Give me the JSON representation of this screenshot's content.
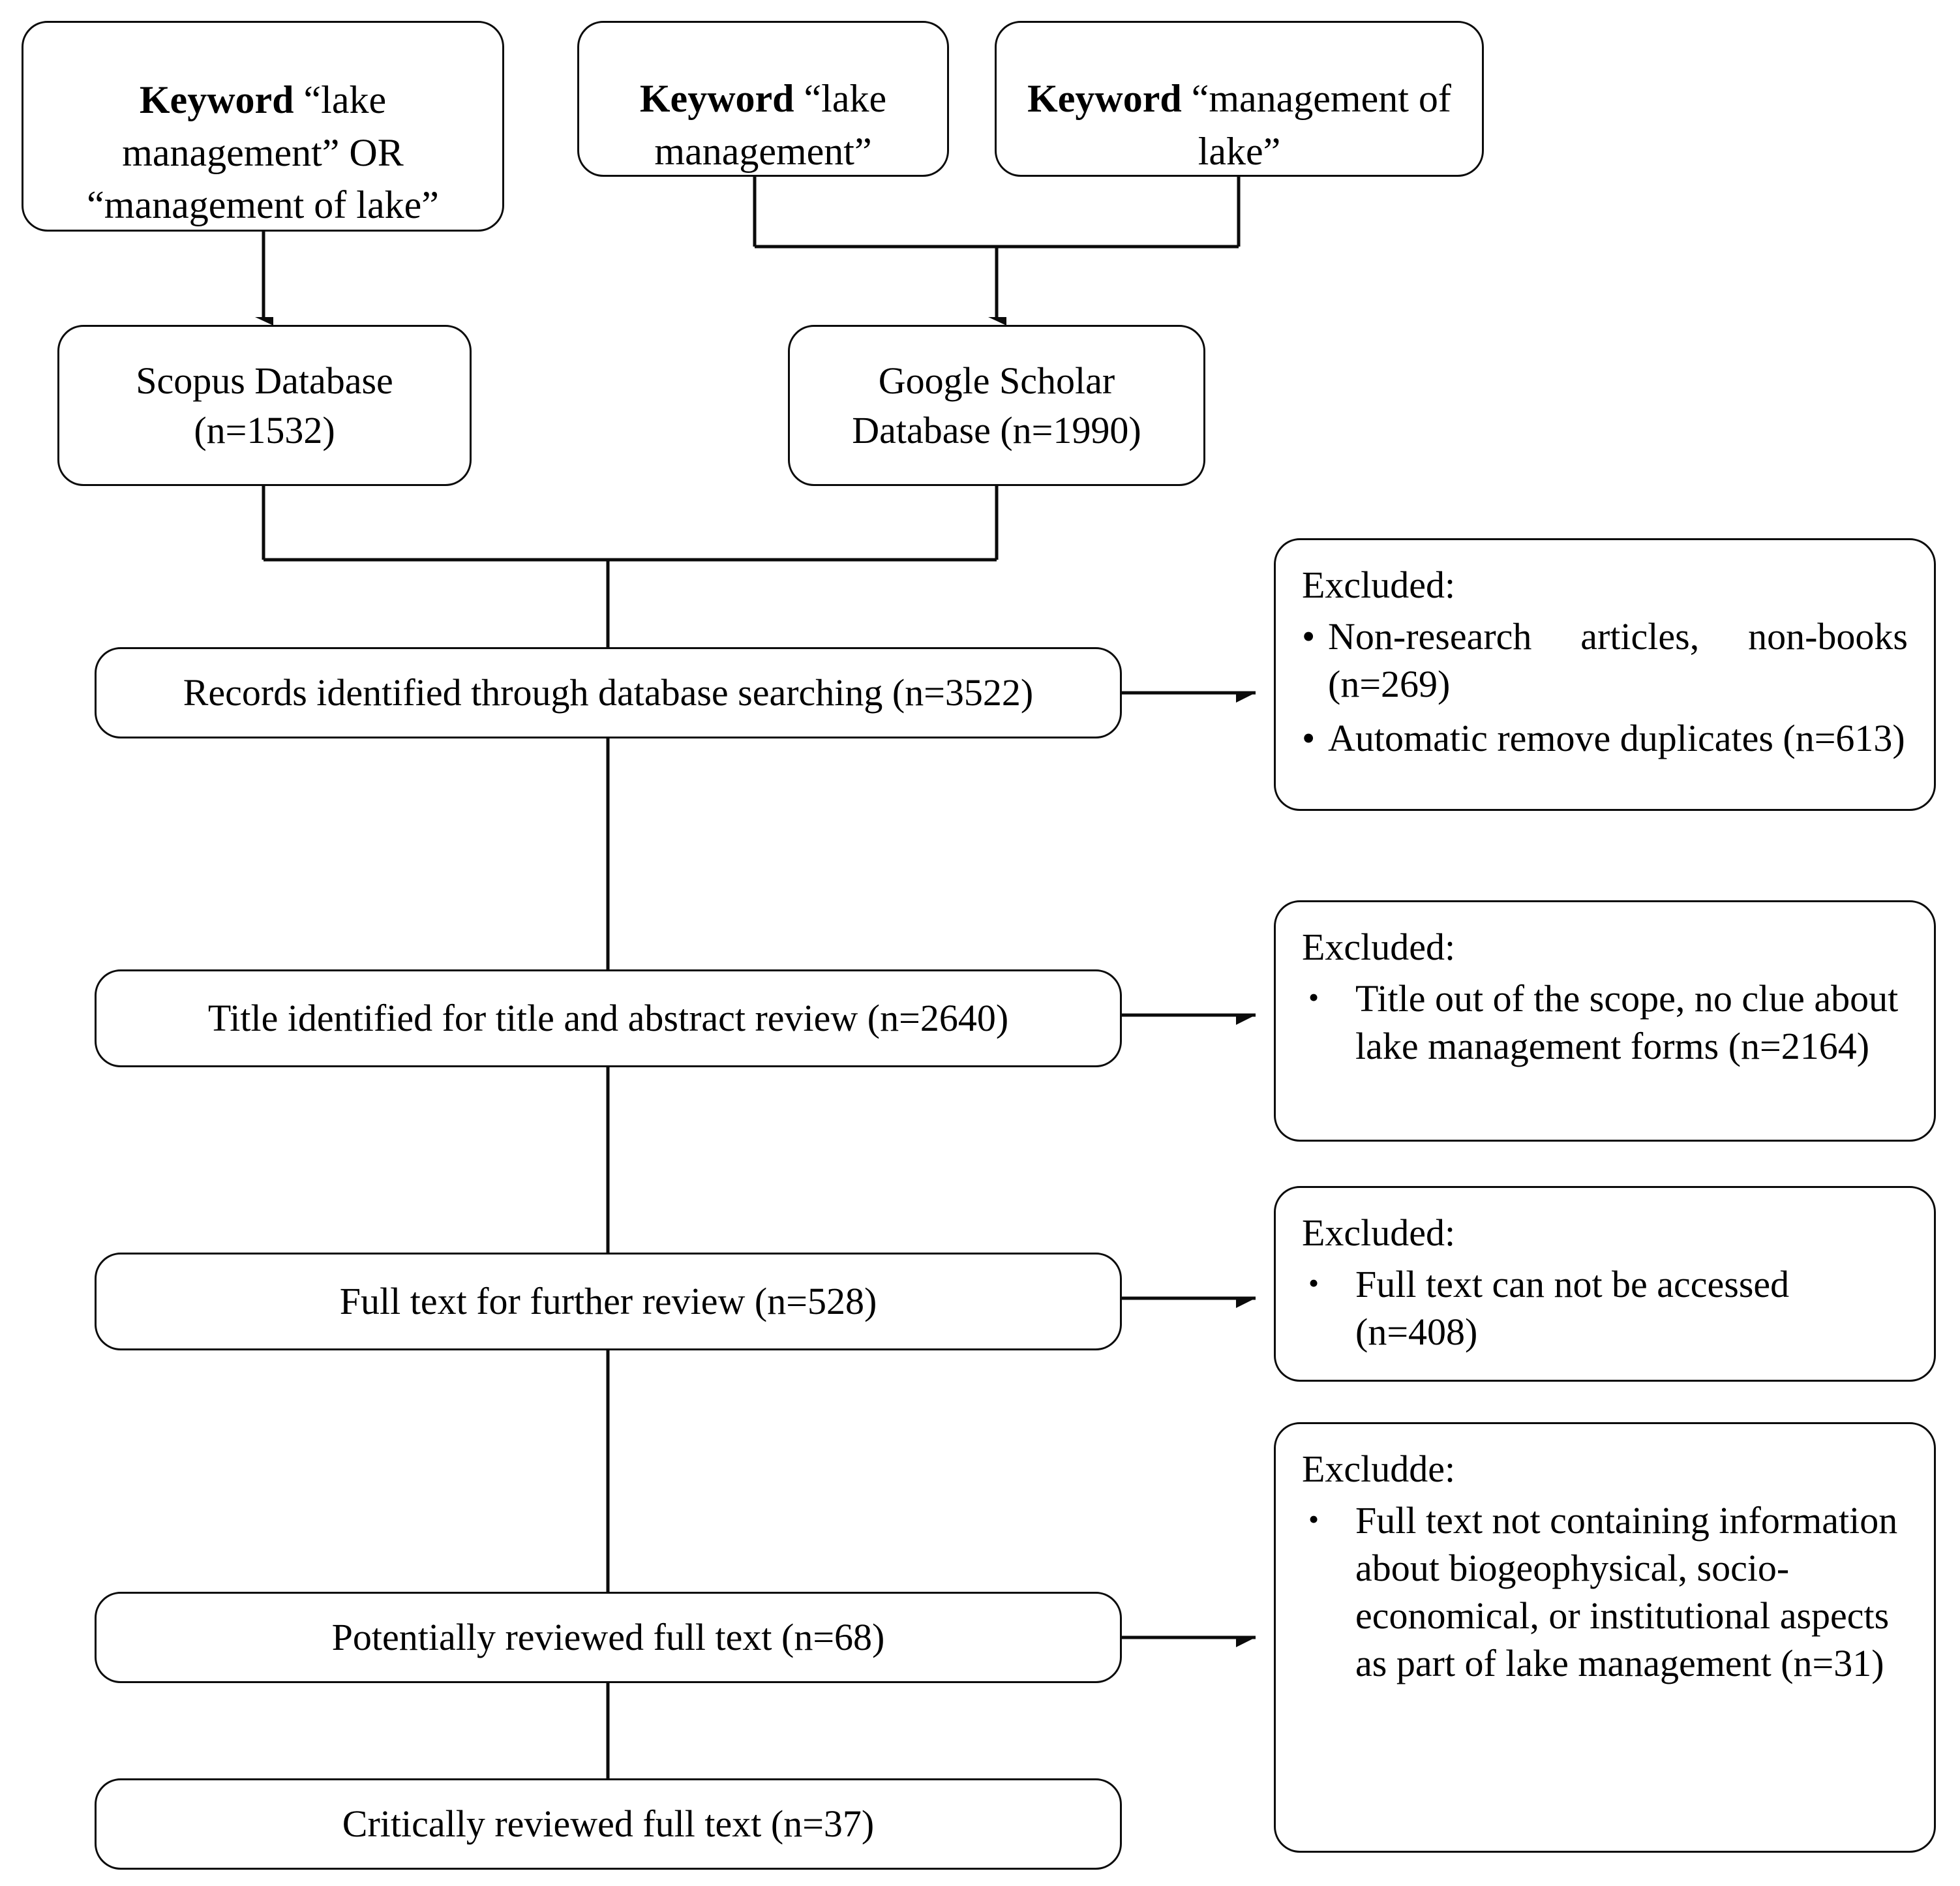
{
  "figure": {
    "type": "prisma-flowchart",
    "title": "Literature screening flow for lake management review"
  },
  "keyword_boxes": [
    {
      "id": "keyword-scopus",
      "label_bold": "Keyword",
      "label_rest": " “lake management” OR “management of lake”",
      "text": "Keyword “lake management” OR “management of lake”"
    },
    {
      "id": "keyword-lake-management",
      "label_bold": "Keyword",
      "label_rest": " “lake management”",
      "text": "Keyword “lake management”"
    },
    {
      "id": "keyword-management-of-lake",
      "label_bold": "Keyword",
      "label_rest": " “management of lake”",
      "text": "Keyword “management of lake”"
    }
  ],
  "databases": [
    {
      "id": "scopus",
      "line1": "Scopus Database",
      "line2": "(n=1532)",
      "text": "Scopus Database\n(n=1532)",
      "n": 1532
    },
    {
      "id": "google-scholar",
      "line1": "Google Scholar",
      "line2": "Database (n=1990)",
      "text": "Google Scholar\nDatabase (n=1990)",
      "n": 1990
    }
  ],
  "stages": [
    {
      "id": "records-identified",
      "text": "Records identified through database searching (n=3522)",
      "n": 3522
    },
    {
      "id": "title-abstract-review",
      "text": "Title identified for title and abstract review (n=2640)",
      "n": 2640
    },
    {
      "id": "full-text-review",
      "text": "Full text for further review (n=528)",
      "n": 528
    },
    {
      "id": "potentially-reviewed",
      "text": "Potentially reviewed full text (n=68)",
      "n": 68
    },
    {
      "id": "critically-reviewed",
      "text": "Critically reviewed full text (n=37)",
      "n": 37
    }
  ],
  "exclusions": [
    {
      "id": "exclusion-1",
      "heading": "Excluded:",
      "bullet_glyph": "•",
      "items": [
        {
          "text": "Non-research articles, non-books (n=269)",
          "n": 269
        },
        {
          "text": "Automatic remove duplicates (n=613)",
          "n": 613
        }
      ]
    },
    {
      "id": "exclusion-2",
      "heading": "Excluded:",
      "bullet_glyph": "•",
      "items": [
        {
          "text": "Title out of the scope, no clue about lake management forms (n=2164)",
          "n": 2164
        }
      ]
    },
    {
      "id": "exclusion-3",
      "heading": "Excluded:",
      "bullet_glyph": "•",
      "items": [
        {
          "text": "Full text can not be accessed (n=408)",
          "n": 408
        }
      ]
    },
    {
      "id": "exclusion-4",
      "heading": "Excludde:",
      "bullet_glyph": "•",
      "items": [
        {
          "text": "Full text not containing information about biogeophysical, socio-economical, or institutional aspects as part of lake management (n=31)",
          "n": 31
        }
      ]
    }
  ],
  "colors": {
    "stroke": "#0b0b0b",
    "fill": "#ffffff",
    "text": "#000000"
  }
}
